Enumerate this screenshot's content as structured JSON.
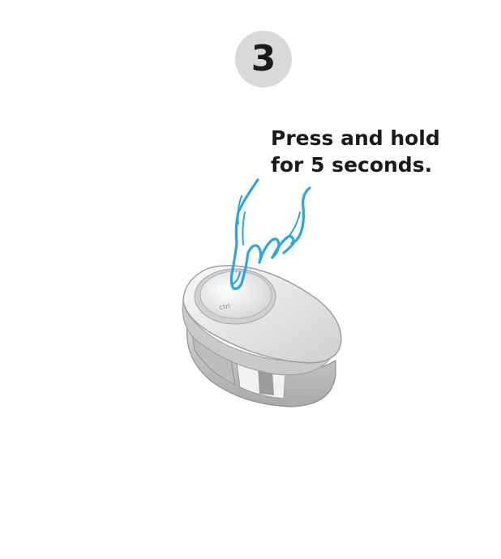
{
  "step": {
    "number": "3"
  },
  "instruction": {
    "line1": "Press and hold",
    "line2": "for 5 seconds."
  },
  "device": {
    "button_mark": "ctrl"
  },
  "colors": {
    "badge": "#d9d9d9",
    "hand_outline": "#29a8e0",
    "device_body": "#e4e4e4",
    "text": "#1a1a1a"
  },
  "icons": [
    "hand-icon",
    "clip-device-icon"
  ]
}
